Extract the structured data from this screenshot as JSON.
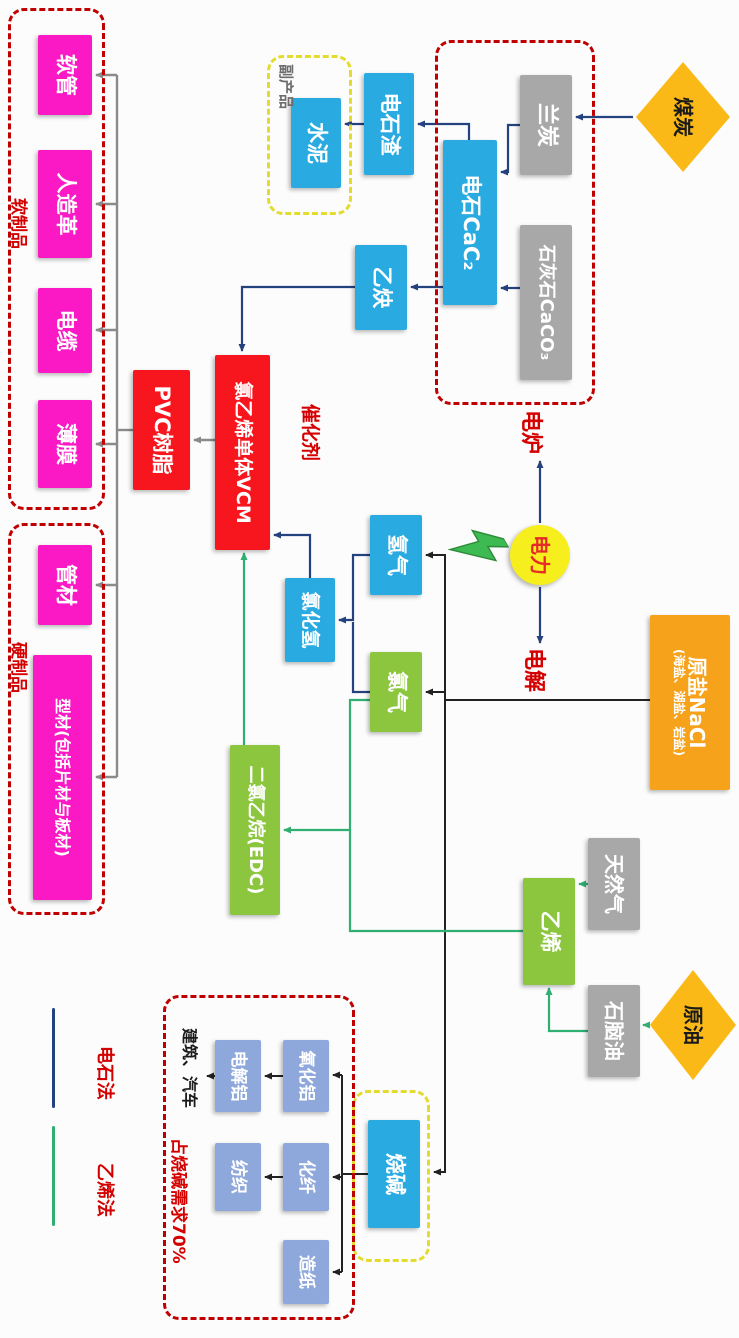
{
  "nodes": {
    "coal": "煤炭",
    "semicoke": "兰炭",
    "limestone": "石灰石CaCO₃",
    "carbide": "电石CaC₂",
    "carbide_slag": "电石渣",
    "cement": "水泥",
    "acetylene": "乙炔",
    "vcm": "氯乙烯单体VCM",
    "pvc": "PVC树脂",
    "hose": "软管",
    "artificial_leather": "人造革",
    "cable": "电缆",
    "film": "薄膜",
    "pipe": "管材",
    "profile": "型材(包括片材与板材)",
    "hydrogen": "氢气",
    "chlorine": "氯气",
    "hcl": "氯化氢",
    "power": "电力",
    "salt_title": "原盐NaCl",
    "salt_sub": "(海盐、湖盐、岩盐)",
    "edc": "二氯乙烷(EDC)",
    "ethylene": "乙烯",
    "natural_gas": "天然气",
    "naphtha": "石脑油",
    "oil": "原油",
    "caustic": "烧碱",
    "alumina": "氧化铝",
    "electrolytic_aluminum": "电解铝",
    "chemical_fiber": "化纤",
    "textile": "纺织",
    "paper": "造纸"
  },
  "labels": {
    "furnace": "电炉",
    "electrolysis": "电解",
    "catalyst": "催化剂",
    "byproduct": "副产品",
    "soft_products": "软制品",
    "hard_products": "硬制品",
    "construction_auto": "建筑、汽车",
    "caustic_demand": "占烧碱需求70%"
  },
  "legend": {
    "carbide_route": "电石法",
    "ethylene_route": "乙烯法"
  },
  "colors": {
    "blue_box": "#29ABE2",
    "gray_box": "#A8A8A8",
    "green_box": "#8CC63F",
    "red_box": "#F7161E",
    "magenta_box": "#FA19C4",
    "lightblue_box": "#8FA8DB",
    "orange_box": "#F7A21B",
    "diamond_yellow": "#FBB917",
    "power_yellow": "#F7EE1E",
    "carbide_route_line": "#24427E",
    "ethylene_route_line": "#2FAF72",
    "dashed_red": "#C00000",
    "dashed_yellow": "#E3DC2F"
  }
}
